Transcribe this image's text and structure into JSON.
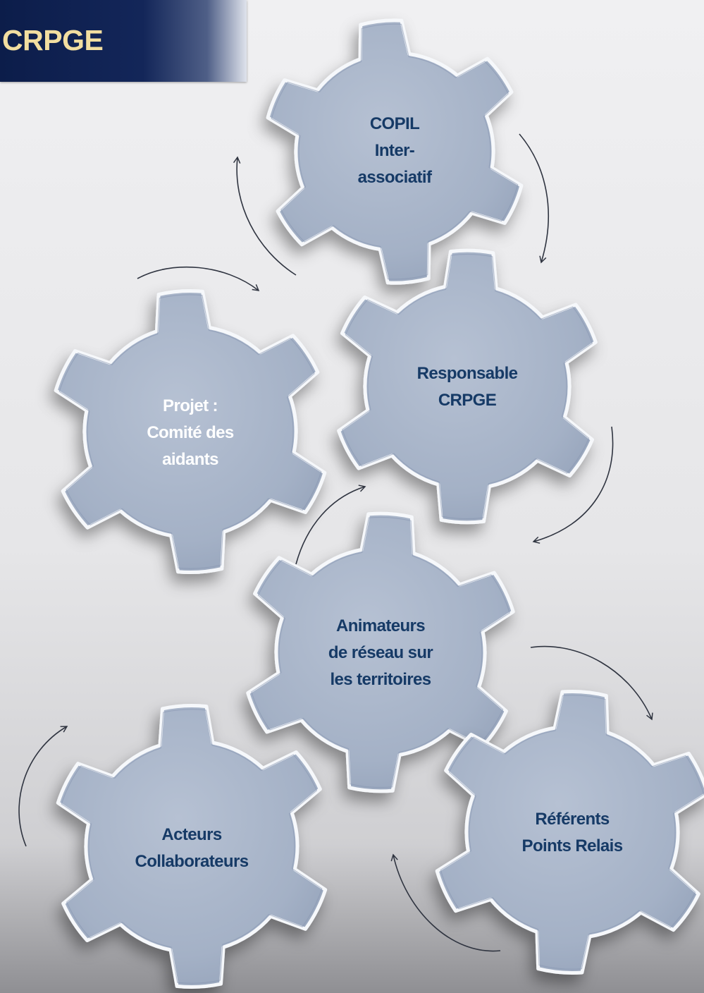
{
  "title": "CRPGE",
  "gears": [
    {
      "id": "copil",
      "icon": "gear-icon",
      "lines": [
        "COPIL",
        "Inter-",
        "associatif"
      ]
    },
    {
      "id": "responsable",
      "icon": "gear-icon",
      "lines": [
        "Responsable",
        "CRPGE"
      ]
    },
    {
      "id": "projet",
      "icon": "gear-icon",
      "lines": [
        "Projet :",
        "Comité des",
        "aidants"
      ]
    },
    {
      "id": "animateurs",
      "icon": "gear-icon",
      "lines": [
        "Animateurs",
        "de réseau sur",
        "les territoires"
      ]
    },
    {
      "id": "acteurs",
      "icon": "gear-icon",
      "lines": [
        "Acteurs",
        "Collaborateurs"
      ]
    },
    {
      "id": "referents",
      "icon": "gear-icon",
      "lines": [
        "Référents",
        "Points Relais"
      ]
    }
  ],
  "colors": {
    "gear_face": "#a7b4c9",
    "gear_edge": "#f6f8fb",
    "label_dark": "#163a66",
    "label_light": "#ffffff",
    "banner": "#132659",
    "title_text": "#f2dea0"
  }
}
